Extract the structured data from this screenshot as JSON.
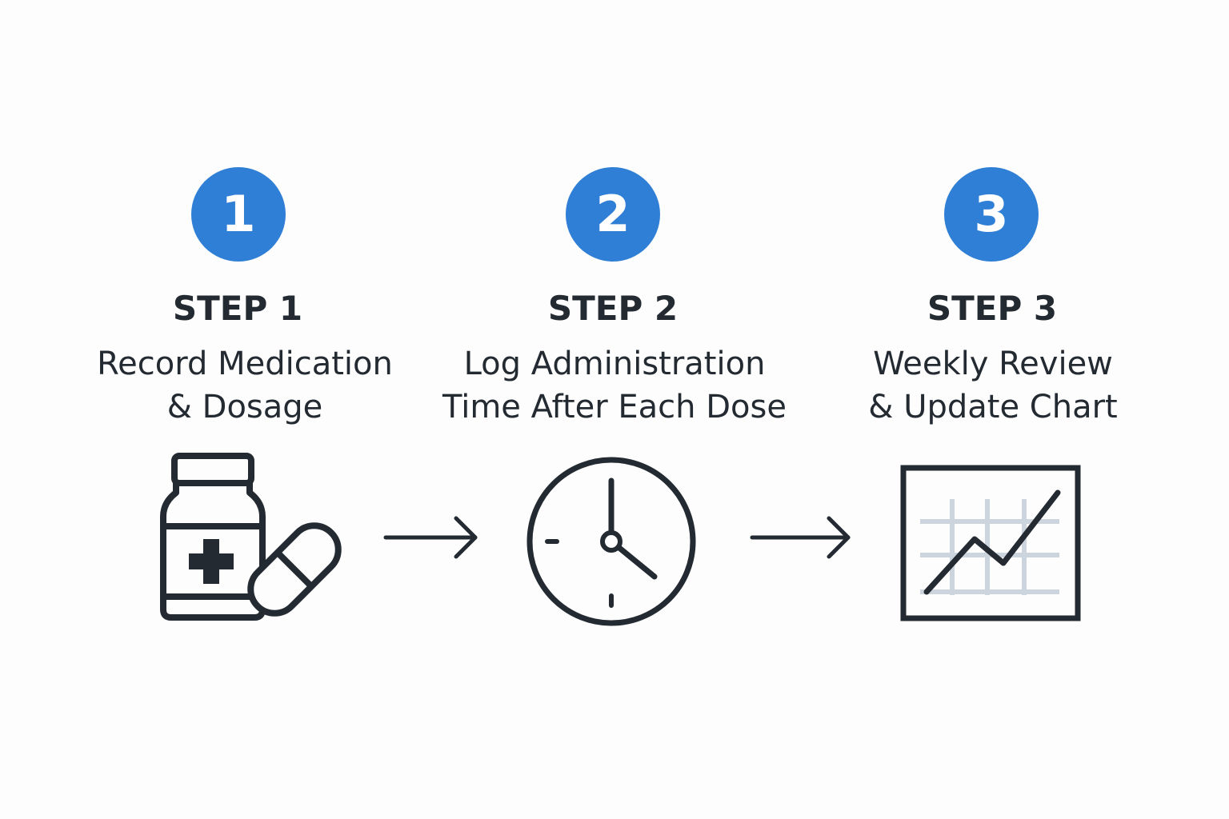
{
  "colors": {
    "accent": "#2f7fd6",
    "ink": "#232a31",
    "grid": "#ccd4dd",
    "background": "#fdfdfd"
  },
  "steps": [
    {
      "number": "1",
      "title": "STEP 1",
      "line1": "Record Medication",
      "line2": "& Dosage",
      "icon": "medicine-bottle-and-pill-icon"
    },
    {
      "number": "2",
      "title": "STEP 2",
      "line1": "Log Administration",
      "line2": "Time After Each Dose",
      "icon": "clock-icon"
    },
    {
      "number": "3",
      "title": "STEP 3",
      "line1": "Weekly Review",
      "line2": "& Update Chart",
      "icon": "line-chart-icon"
    }
  ],
  "connectors": [
    "arrow-right-icon",
    "arrow-right-icon"
  ]
}
